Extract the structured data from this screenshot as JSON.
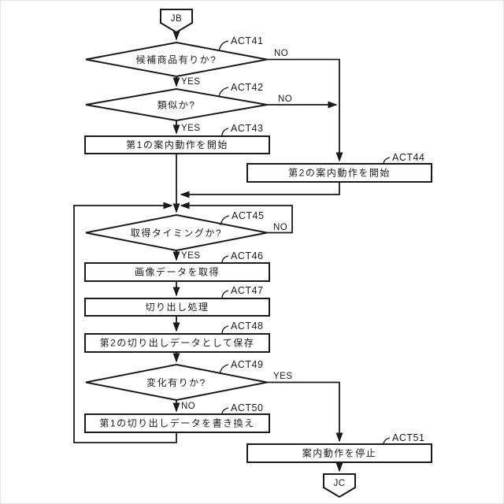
{
  "diagram": {
    "type": "flowchart",
    "background": "#ffffff",
    "line_color": "#1a1a1a",
    "connectors": {
      "start": {
        "label": "JB"
      },
      "end": {
        "label": "JC"
      }
    },
    "nodes": {
      "act41": {
        "tag": "ACT41",
        "shape": "decision",
        "text": "候補商品有りか?",
        "yes": "YES",
        "no": "NO"
      },
      "act42": {
        "tag": "ACT42",
        "shape": "decision",
        "text": "類似か?",
        "yes": "YES",
        "no": "NO"
      },
      "act43": {
        "tag": "ACT43",
        "shape": "process",
        "text": "第1の案内動作を開始"
      },
      "act44": {
        "tag": "ACT44",
        "shape": "process",
        "text": "第2の案内動作を開始"
      },
      "act45": {
        "tag": "ACT45",
        "shape": "decision",
        "text": "取得タイミングか?",
        "yes": "YES",
        "no": "NO"
      },
      "act46": {
        "tag": "ACT46",
        "shape": "process",
        "text": "画像データを取得"
      },
      "act47": {
        "tag": "ACT47",
        "shape": "process",
        "text": "切り出し処理"
      },
      "act48": {
        "tag": "ACT48",
        "shape": "process",
        "text": "第2の切り出しデータとして保存"
      },
      "act49": {
        "tag": "ACT49",
        "shape": "decision",
        "text": "変化有りか?",
        "yes": "YES",
        "no": "NO"
      },
      "act50": {
        "tag": "ACT50",
        "shape": "process",
        "text": "第1の切り出しデータを書き換え"
      },
      "act51": {
        "tag": "ACT51",
        "shape": "process",
        "text": "案内動作を停止"
      }
    }
  }
}
